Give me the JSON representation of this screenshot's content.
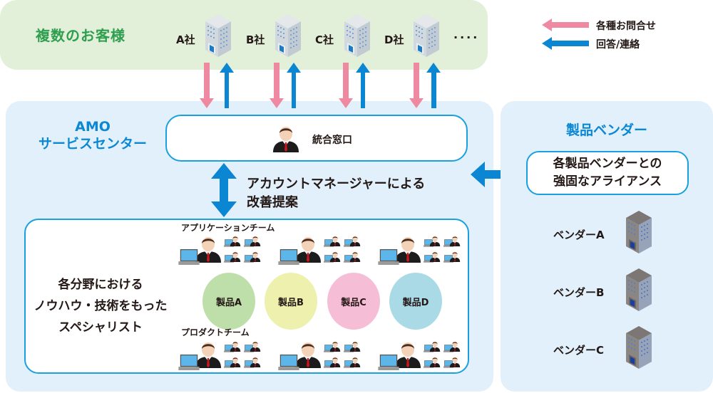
{
  "customers": {
    "title": "複数のお客様",
    "companies": [
      "A社",
      "B社",
      "C社",
      "D社"
    ],
    "more": "····"
  },
  "legend": {
    "inquiry": {
      "label": "各種お問合せ",
      "color": "#ef89a2"
    },
    "response": {
      "label": "回答/連絡",
      "color": "#0a86d3"
    }
  },
  "center": {
    "title_line1": "AMO",
    "title_line2": "サービスセンター",
    "window_label": "統合窓口",
    "am_line1": "アカウントマネージャーによる",
    "am_line2": "改善提案",
    "app_team_label": "アプリケーションチーム",
    "product_team_label": "プロダクトチーム",
    "specialist_line1": "各分野における",
    "specialist_line2": "ノウハウ・技術をもった",
    "specialist_line3": "スペシャリスト",
    "products": [
      {
        "label": "製品A",
        "color": "#bfdfaa"
      },
      {
        "label": "製品B",
        "color": "#eef1ad"
      },
      {
        "label": "製品C",
        "color": "#f6bdd6"
      },
      {
        "label": "製品D",
        "color": "#a9dae6"
      }
    ]
  },
  "vendors": {
    "title": "製品ベンダー",
    "alliance_line1": "各製品ベンダーとの",
    "alliance_line2": "強固なアライアンス",
    "items": [
      "ベンダーA",
      "ベンダーB",
      "ベンダーC"
    ]
  },
  "colors": {
    "accent_blue": "#0b87d4",
    "border_blue": "#1aa0e0",
    "customer_green": "#2e9e4f",
    "customer_bg": "#e2efd9",
    "center_bg": "#e1f0fb"
  }
}
